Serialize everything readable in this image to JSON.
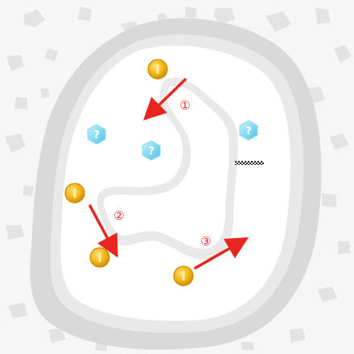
{
  "map": {
    "theme": "snow-course",
    "colors": {
      "background": "#f6f6f6",
      "pebble": "#e2e2e2",
      "outer_rim": "#d9d9d9",
      "mid_rim": "#e9e9e9",
      "track": "#ffffff",
      "arrow": "#e8261f",
      "coin": "#f2b416",
      "item_box": "#6fd3ee"
    }
  },
  "arrows": [
    {
      "label": "①",
      "direction": "down-left"
    },
    {
      "label": "②",
      "direction": "down"
    },
    {
      "label": "③",
      "direction": "up-right"
    }
  ],
  "coins": [
    {
      "id": "coin-1",
      "icon": "coin-icon"
    },
    {
      "id": "coin-2",
      "icon": "coin-icon"
    },
    {
      "id": "coin-3",
      "icon": "coin-icon"
    },
    {
      "id": "coin-4",
      "icon": "coin-icon"
    }
  ],
  "item_boxes": [
    {
      "id": "item-box-1",
      "icon": "item-box-icon"
    },
    {
      "id": "item-box-2",
      "icon": "item-box-icon"
    },
    {
      "id": "item-box-3",
      "icon": "item-box-icon"
    }
  ],
  "finish_line": {
    "icon": "finish-line-icon",
    "pattern": "checkered"
  }
}
